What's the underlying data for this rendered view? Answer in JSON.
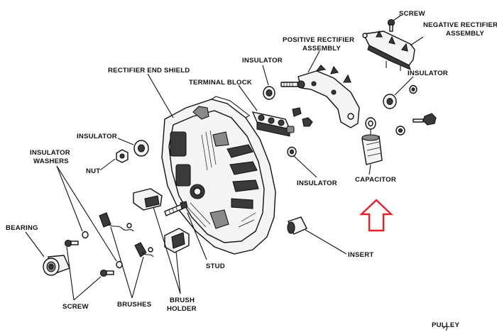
{
  "labels": {
    "screw_top": "SCREW",
    "negative_rectifier_1": "NEGATIVE RECTIFIER",
    "negative_rectifier_2": "ASSEMBLY",
    "positive_rectifier_1": "POSITIVE RECTIFIER",
    "positive_rectifier_2": "ASSEMBLY",
    "insulator_top": "INSULATOR",
    "insulator_right": "INSULATOR",
    "rectifier_end_shield": "RECTIFIER END SHIELD",
    "terminal_block": "TERMINAL BLOCK",
    "insulator_left": "INSULATOR",
    "insulator_washers_1": "INSULATOR",
    "insulator_washers_2": "WASHERS",
    "nut": "NUT",
    "insulator_mid": "INSULATOR",
    "capacitor": "CAPACITOR",
    "bearing": "BEARING",
    "insert": "INSERT",
    "stud": "STUD",
    "screw_bottom": "SCREW",
    "brushes": "BRUSHES",
    "brush_holder_1": "BRUSH",
    "brush_holder_2": "HOLDER",
    "pulley": "PULLEY"
  },
  "colors": {
    "ink": "#111111",
    "arrow": "#e8202a",
    "background": "#ffffff"
  },
  "annotation": {
    "arrow_icon": "up-arrow-icon",
    "arrow_points_to": "capacitor"
  }
}
